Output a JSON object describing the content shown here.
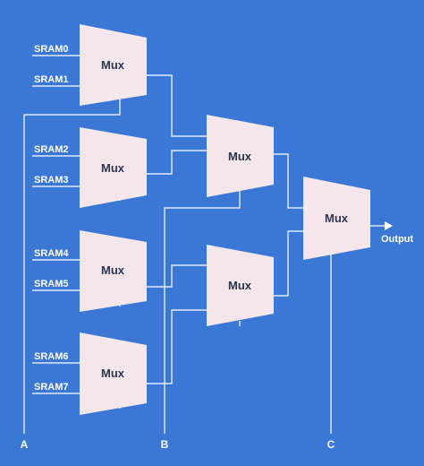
{
  "diagram": {
    "inputs": [
      "SRAM0",
      "SRAM1",
      "SRAM2",
      "SRAM3",
      "SRAM4",
      "SRAM5",
      "SRAM6",
      "SRAM7"
    ],
    "mux_label": "Mux",
    "output_label": "Output",
    "select_lines": [
      "A",
      "B",
      "C"
    ]
  },
  "colors": {
    "background": "#3b78d6",
    "mux_fill": "#f5e6ec",
    "mux_text": "#2d3550",
    "wire": "#ffffff"
  }
}
